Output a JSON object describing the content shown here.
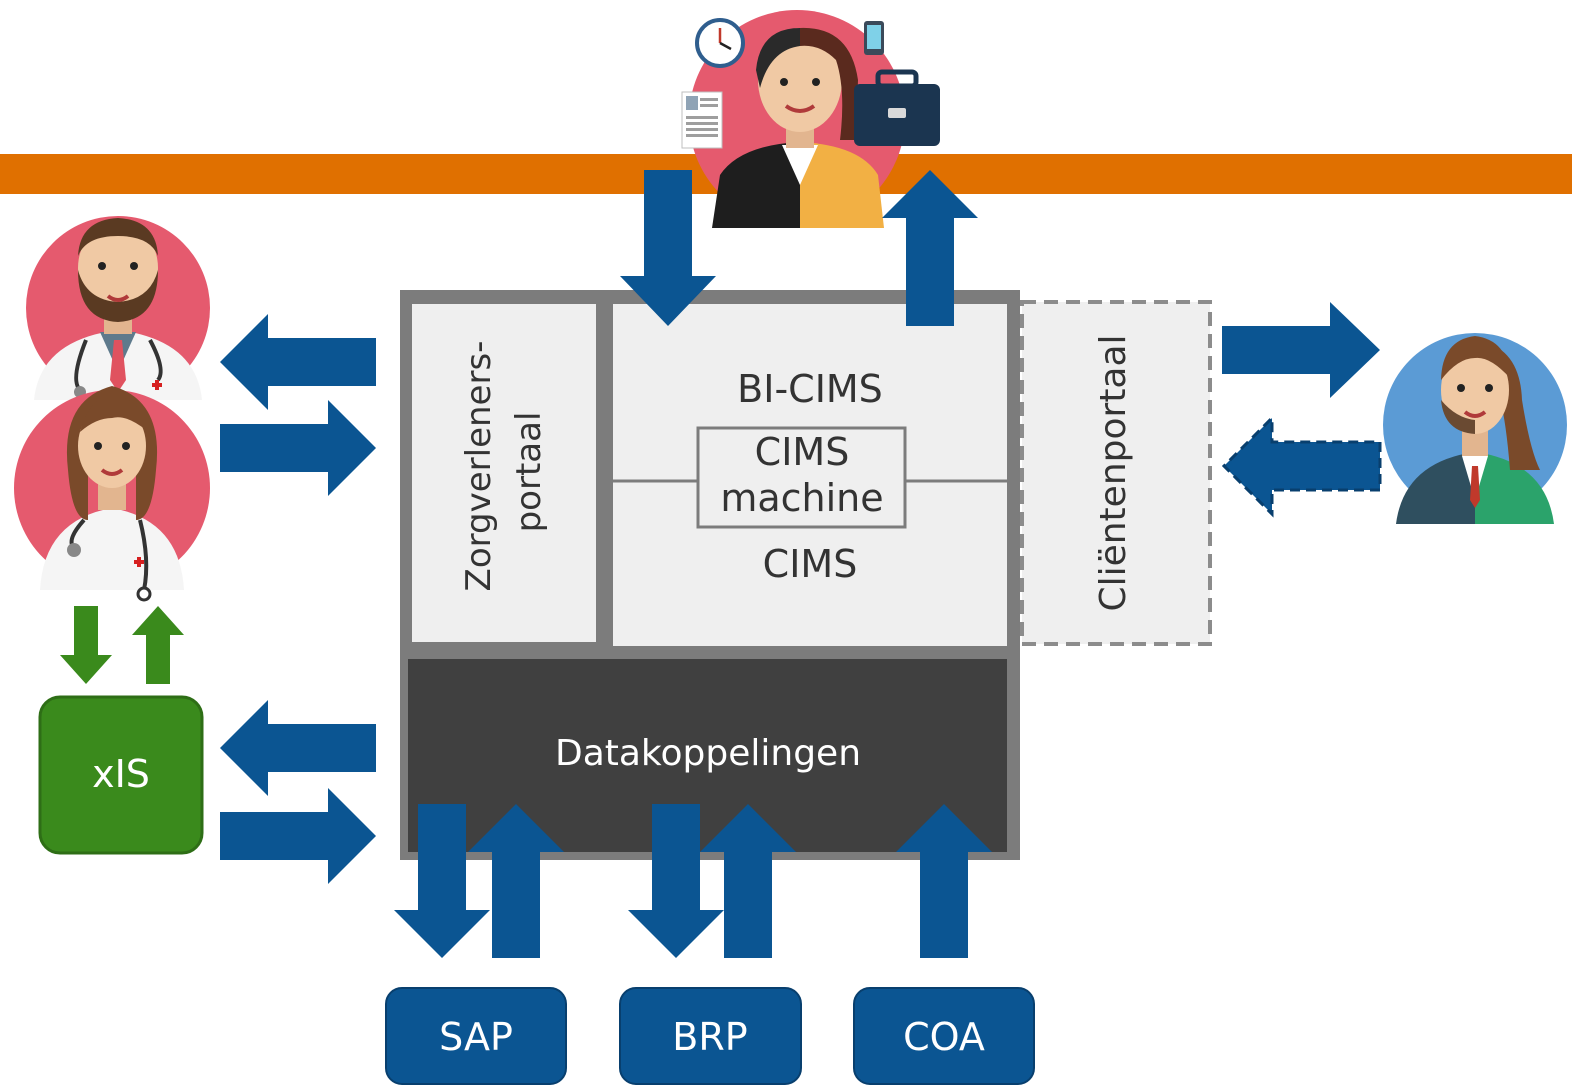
{
  "labels": {
    "zorgverleners_line1": "Zorgverleners-",
    "zorgverleners_line2": "portaal",
    "bi_cims": "BI-CIMS",
    "cims_machine_line1": "CIMS",
    "cims_machine_line2": "machine",
    "cims": "CIMS",
    "clientenportaal": "Cliëntenportaal",
    "datakoppelingen": "Datakoppelingen",
    "xis": "xIS",
    "sap": "SAP",
    "brp": "BRP",
    "coa": "COA"
  },
  "colors": {
    "orange_bar": "#E07000",
    "arrow_blue": "#0B5592",
    "system_blue": "#0B5592",
    "xis_green": "#3A8A1C",
    "green_arrow": "#3A8A1C",
    "frame_gray": "#7C7C7C",
    "panel_light": "#EFEFEF",
    "data_dark": "#404040",
    "avatar_red": "#E55A6E",
    "avatar_blue": "#5B9BD5"
  },
  "icons": [
    "manager-avatar",
    "male-doctor-avatar",
    "female-doctor-avatar",
    "client-avatar",
    "clock-icon",
    "phone-icon",
    "briefcase-icon",
    "document-icon"
  ]
}
